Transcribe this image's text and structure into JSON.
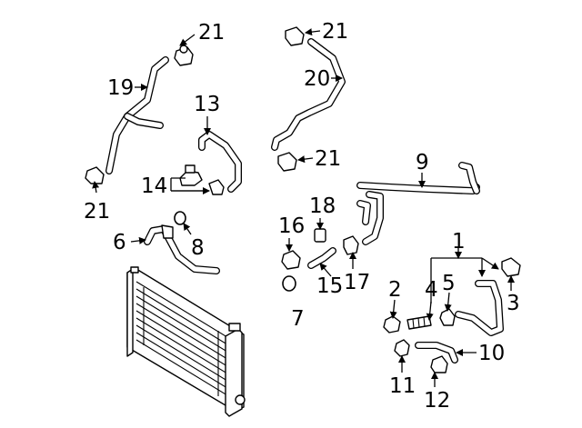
{
  "callouts": [
    {
      "id": "c21a",
      "text": "21"
    },
    {
      "id": "c19",
      "text": "19"
    },
    {
      "id": "c21b",
      "text": "21"
    },
    {
      "id": "c13",
      "text": "13"
    },
    {
      "id": "c14",
      "text": "14"
    },
    {
      "id": "c6",
      "text": "6"
    },
    {
      "id": "c8",
      "text": "8"
    },
    {
      "id": "c21c",
      "text": "21"
    },
    {
      "id": "c20",
      "text": "20"
    },
    {
      "id": "c21d",
      "text": "21"
    },
    {
      "id": "c9",
      "text": "9"
    },
    {
      "id": "c18",
      "text": "18"
    },
    {
      "id": "c16",
      "text": "16"
    },
    {
      "id": "c15",
      "text": "15"
    },
    {
      "id": "c17",
      "text": "17"
    },
    {
      "id": "c7",
      "text": "7"
    },
    {
      "id": "c1",
      "text": "1"
    },
    {
      "id": "c2",
      "text": "2"
    },
    {
      "id": "c4",
      "text": "4"
    },
    {
      "id": "c5",
      "text": "5"
    },
    {
      "id": "c3",
      "text": "3"
    },
    {
      "id": "c10",
      "text": "10"
    },
    {
      "id": "c11",
      "text": "11"
    },
    {
      "id": "c12",
      "text": "12"
    }
  ]
}
